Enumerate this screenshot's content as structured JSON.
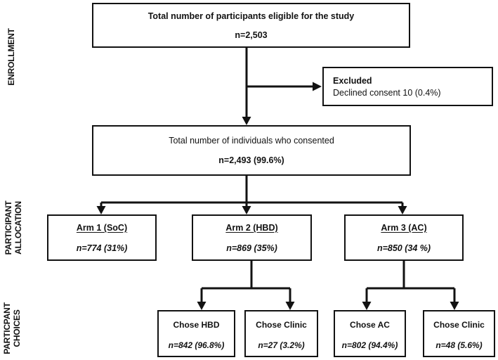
{
  "side_labels": {
    "enrollment": {
      "lines": [
        "ENROLLMENT"
      ]
    },
    "allocation": {
      "lines": [
        "PARTICIPANT",
        "ALLOCATION"
      ]
    },
    "choices": {
      "lines": [
        "PARTICPANT",
        "CHOICES"
      ]
    }
  },
  "boxes": {
    "eligible": {
      "title": "Total number of participants eligible for the study",
      "value": "n=2,503"
    },
    "excluded": {
      "title": "Excluded",
      "detail": "Declined consent 10 (0.4%)"
    },
    "consented": {
      "title": "Total number of individuals who consented",
      "value": "n=2,493 (99.6%)"
    },
    "arm1": {
      "title": "Arm 1 (SoC)",
      "value": "n=774 (31%)"
    },
    "arm2": {
      "title": "Arm 2 (HBD)",
      "value": "n=869 (35%)"
    },
    "arm3": {
      "title": "Arm 3 (AC)",
      "value": "n=850 (34 %)"
    },
    "choice_hbd": {
      "title": "Chose HBD",
      "value": "n=842 (96.8%)"
    },
    "choice_clinic2": {
      "title": "Chose Clinic",
      "value": "n=27 (3.2%)"
    },
    "choice_ac": {
      "title": "Chose AC",
      "value": "n=802 (94.4%)"
    },
    "choice_clinic3": {
      "title": "Chose Clinic",
      "value": "n=48 (5.6%)"
    }
  },
  "colors": {
    "line": "#121212",
    "border": "#121212",
    "text": "#121212",
    "background": "#ffffff"
  }
}
